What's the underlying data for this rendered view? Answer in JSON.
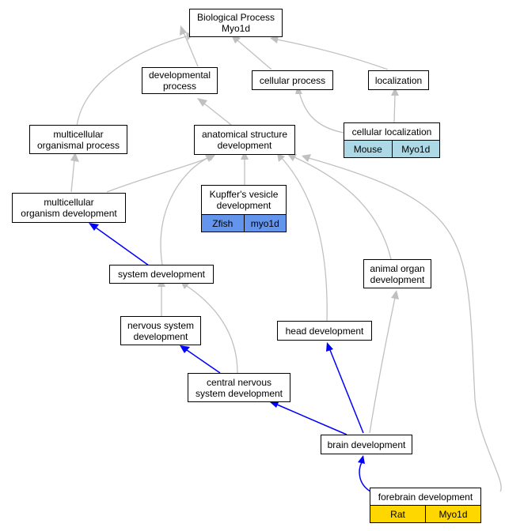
{
  "colors": {
    "is_a_edge": "#c0c0c0",
    "part_of_edge": "#0000ff",
    "mouse": "#add8e6",
    "zfish": "#6495ed",
    "rat": "#ffd700"
  },
  "nodes": {
    "root": {
      "label": "Biological Process\nMyo1d"
    },
    "developmental_process": {
      "label": "developmental\nprocess"
    },
    "cellular_process": {
      "label": "cellular process"
    },
    "localization": {
      "label": "localization"
    },
    "multicellular_organismal_process": {
      "label": "multicellular\norganismal process"
    },
    "anatomical_structure_development": {
      "label": "anatomical structure\ndevelopment"
    },
    "cellular_localization": {
      "label": "cellular localization",
      "species": "Mouse",
      "gene": "Myo1d"
    },
    "multicellular_organism_development": {
      "label": "multicellular\norganism development"
    },
    "kupffers_vesicle_development": {
      "label": "Kupffer's vesicle\ndevelopment",
      "species": "Zfish",
      "gene": "myo1d"
    },
    "system_development": {
      "label": "system development"
    },
    "animal_organ_development": {
      "label": "animal organ\ndevelopment"
    },
    "nervous_system_development": {
      "label": "nervous system\ndevelopment"
    },
    "head_development": {
      "label": "head development"
    },
    "central_nervous_system_development": {
      "label": "central nervous\nsystem development"
    },
    "brain_development": {
      "label": "brain development"
    },
    "forebrain_development": {
      "label": "forebrain development",
      "species": "Rat",
      "gene": "Myo1d"
    }
  }
}
